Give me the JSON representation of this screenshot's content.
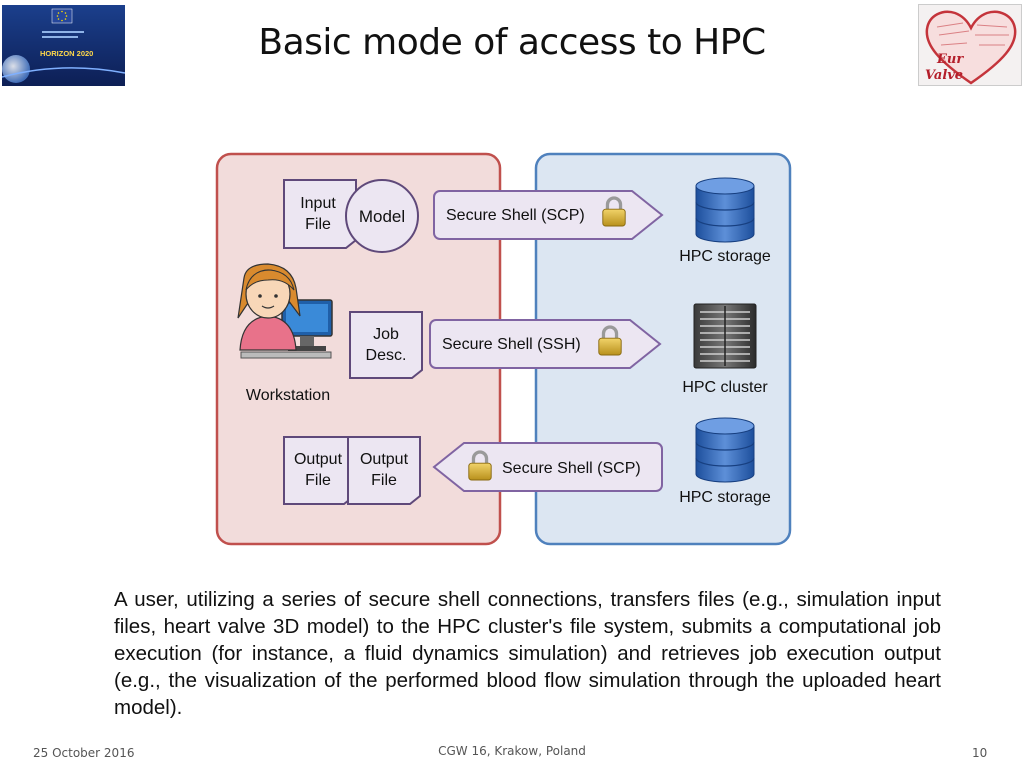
{
  "slide": {
    "title": "Basic mode of access to HPC",
    "paragraph": "A user, utilizing a series of secure shell connections, transfers files (e.g., simulation input files, heart valve 3D model) to the HPC cluster's file system, submits a computational job execution (for instance, a fluid dynamics simulation) and retrieves job execution output (e.g., the visualization of the performed blood flow simulation through the uploaded heart model).",
    "footer": {
      "date": "25 October 2016",
      "event": "CGW 16, Krakow, Poland",
      "page": "10"
    }
  },
  "logos": {
    "left": {
      "text": "HORIZON 2020"
    },
    "right": {
      "line1": "Eur",
      "line2": "Valve"
    }
  },
  "diagram": {
    "docs": {
      "input": [
        "Input",
        "File"
      ],
      "model": "Model",
      "job": [
        "Job",
        "Desc."
      ],
      "output_a": [
        "Output",
        "File"
      ],
      "output_b": [
        "Output",
        "File"
      ]
    },
    "workstation": "Workstation",
    "arrows": {
      "scp_up": "Secure Shell (SCP)",
      "ssh": "Secure Shell (SSH)",
      "scp_down": "Secure Shell (SCP)"
    },
    "resources": {
      "storage_top": "HPC storage",
      "cluster": "HPC cluster",
      "storage_bottom": "HPC storage"
    }
  },
  "colors": {
    "workstation_panel_fill": "#f2dcdb",
    "workstation_panel_border": "#c0504d",
    "hpc_panel_fill": "#dce6f2",
    "hpc_panel_border": "#4f81bd",
    "doc_fill": "#ece6f2",
    "doc_border": "#5f497a",
    "arrow_fill": "#ece6f2",
    "arrow_border": "#8064a2",
    "lock": "#c9a227",
    "database": "#2f64b3"
  }
}
